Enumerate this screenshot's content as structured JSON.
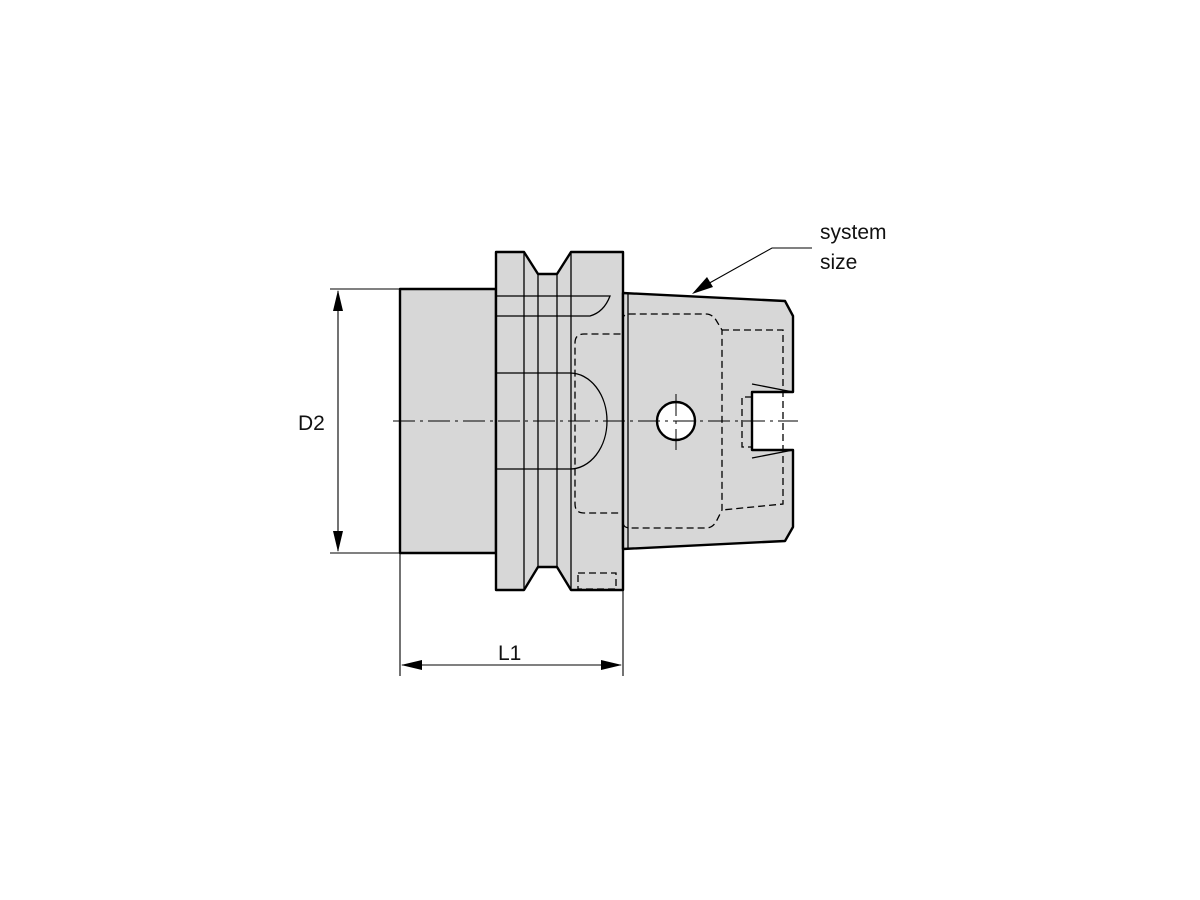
{
  "diagram": {
    "labels": {
      "d2": "D2",
      "l1": "L1",
      "system_size_line1": "system",
      "system_size_line2": "size"
    }
  }
}
